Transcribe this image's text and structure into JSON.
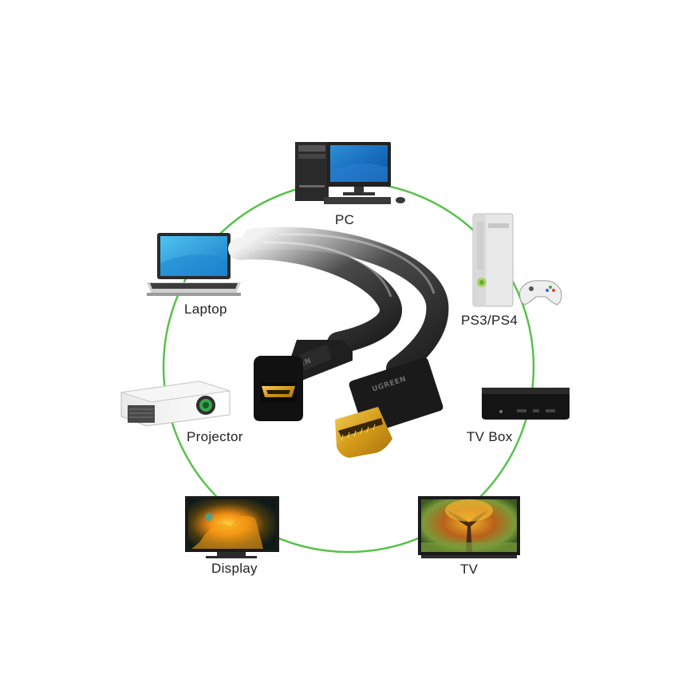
{
  "devices": {
    "pc": "PC",
    "ps": "PS3/PS4",
    "laptop": "Laptop",
    "tvbox": "TV Box",
    "projector": "Projector",
    "display": "Display",
    "tv": "TV"
  },
  "cable": {
    "female_brand": "UGREEN",
    "male_brand": "UGREEN"
  },
  "colors": {
    "ring": "#57c24a",
    "cable": "#1d1d1d",
    "gold": "#d9a21c"
  }
}
